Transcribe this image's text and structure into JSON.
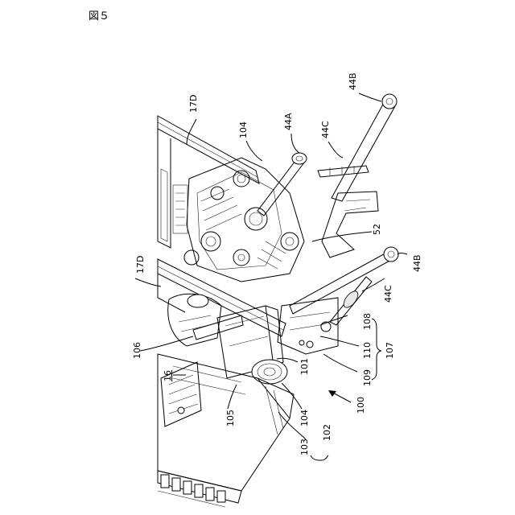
{
  "figure": {
    "title": "図５"
  },
  "labels": {
    "l17d_top": "17D",
    "l17d_left": "17D",
    "l104_top": "104",
    "l44a": "44A",
    "l44c_top": "44C",
    "l44b_top": "44B",
    "l52": "52",
    "l44b_right": "44B",
    "l44c_right": "44C",
    "l108": "108",
    "l107": "107",
    "l110": "110",
    "l109": "109",
    "l106": "106",
    "l16": "16",
    "l101": "101",
    "l105": "105",
    "l104_bottom": "104",
    "l100": "100",
    "l103": "103",
    "l102": "102"
  }
}
